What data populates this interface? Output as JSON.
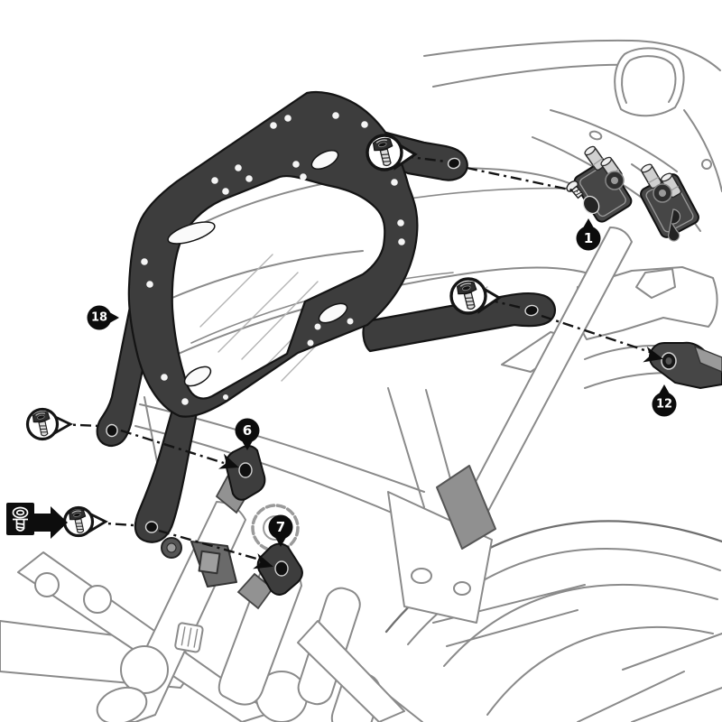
{
  "diagram": {
    "background": "#ffffff",
    "palette": {
      "carrier": "#3d3d3d",
      "carrier_outline": "#141414",
      "bracket": "#464646",
      "adapter_gray": "#929292",
      "grommet_gray": "#d0d0d0",
      "bike_line": "#8a8a8a",
      "leader_line": "#141414",
      "badge": "#0c0c0c",
      "badge_text": "#ffffff"
    },
    "callouts": [
      {
        "label": "1",
        "pointer": "up"
      },
      {
        "label": "6",
        "pointer": "down"
      },
      {
        "label": "7",
        "pointer": "down"
      },
      {
        "label": "12",
        "pointer": "up"
      },
      {
        "label": "18",
        "pointer": "right"
      }
    ],
    "magnifiers": {
      "count": 4,
      "icon": "pan-head-screw-icon"
    },
    "legend": {
      "icon": "pan-head-screw-icon",
      "arrow": "right-arrow-icon"
    }
  }
}
